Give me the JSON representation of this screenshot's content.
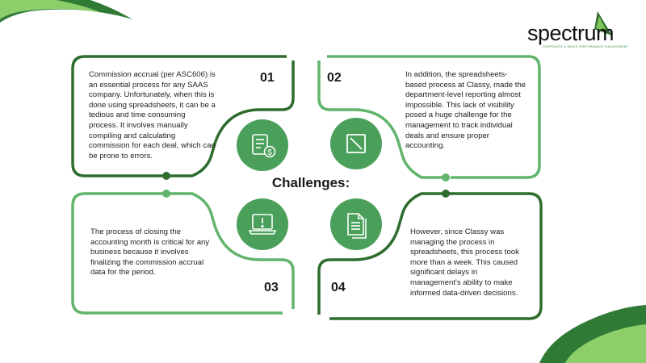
{
  "title": "Challenges:",
  "logo": {
    "name": "spectrum",
    "tagline": "CORPORATE & SALES PERFORMANCE MANAGEMENT"
  },
  "cards": [
    {
      "number": "01",
      "icon": "invoice-dollar-icon",
      "text": "Commission accrual (per ASC606) is an essential process for any SAAS company. Unfortunately, when this is done using spreadsheets, it can be a tedious and time consuming process. It involves manually compiling and calculating commission for each deal, which can be prone to errors."
    },
    {
      "number": "02",
      "icon": "diagonal-square-icon",
      "text": "In addition, the spreadsheets-based process at Classy, made the department-level reporting almost impossible. This lack of visibility posed a huge challenge for the management to track individual deals and ensure proper accounting."
    },
    {
      "number": "03",
      "icon": "laptop-alert-icon",
      "text": "The process of closing the accounting month is critical for any business because it involves finalizing the commission accrual data for the period."
    },
    {
      "number": "04",
      "icon": "documents-icon",
      "text": "However, since Classy was managing the process in spreadsheets, this process took more than a week. This caused significant delays in management's ability to make informed data-driven decisions."
    }
  ],
  "colors": {
    "dark_green": "#2e6d2e",
    "light_green": "#62b46c",
    "circle_green": "#4aa05a"
  }
}
